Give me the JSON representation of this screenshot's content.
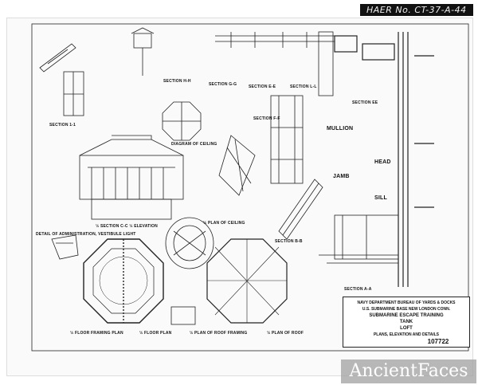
{
  "header": {
    "haer_number": "HAER No. CT-37-A-44"
  },
  "labels": {
    "section_1_1": "SECTION 1-1",
    "section_h_h": "SECTION H-H",
    "section_g_g": "SECTION G-G",
    "section_e_e": "SECTION E-E",
    "section_l_l": "SECTION L-L",
    "section_f_f": "SECTION F-F",
    "section_ee2": "SECTION EE",
    "section_b_b": "SECTION B-B",
    "section_a_a": "SECTION A-A",
    "section_c_elev": "½ SECTION C-C   ½ ELEVATION",
    "plan_ceiling": "½ PLAN OF CEILING",
    "diagram_ceiling": "DIAGRAM OF CEILING",
    "detail_ornament": "DETAIL OF ADMINISTRATION, VESTIBULE LIGHT",
    "floor_framing": "½ FLOOR FRAMING PLAN",
    "floor_plan": "½ FLOOR PLAN",
    "roof_framing": "½ PLAN OF ROOF FRAMING",
    "roof_plan": "½ PLAN OF ROOF",
    "mullion": "MULLION",
    "jamb": "JAMB",
    "head": "HEAD",
    "sill": "SILL"
  },
  "title_block": {
    "dept": "NAVY DEPARTMENT   BUREAU OF YARDS & DOCKS",
    "base": "U.S. SUBMARINE BASE NEW LONDON CONN.",
    "project": "SUBMARINE ESCAPE TRAINING",
    "project2": "TANK",
    "sheet": "LOFT",
    "subtitle": "PLANS, ELEVATION AND DETAILS",
    "drawing_no": "107722"
  },
  "watermark": "AncientFaces"
}
